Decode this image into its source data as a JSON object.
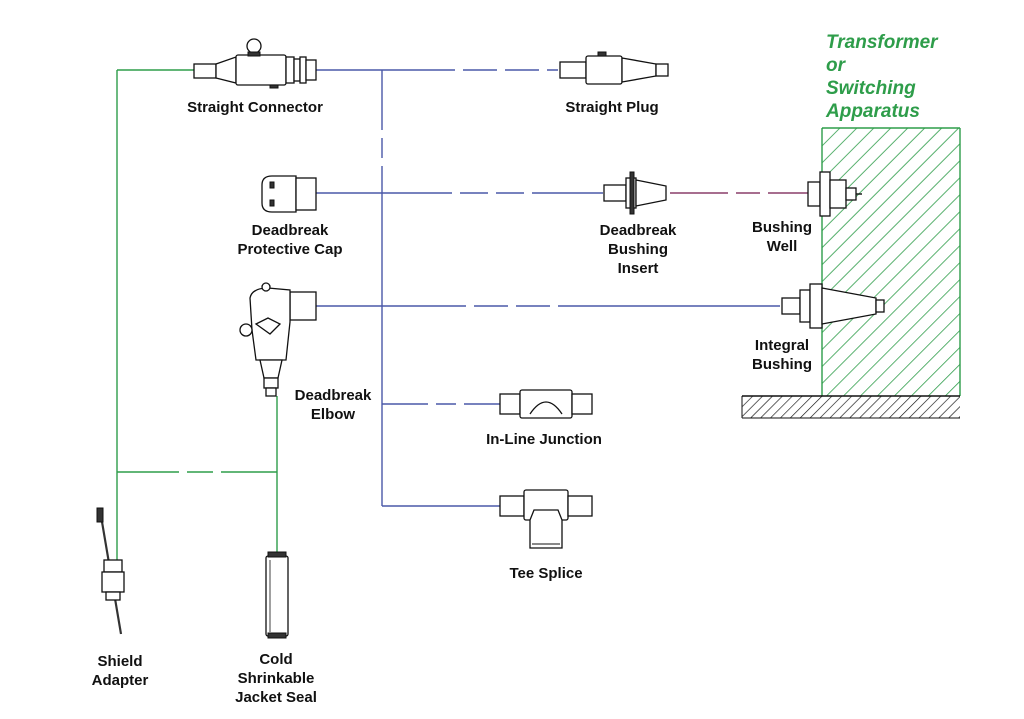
{
  "colors": {
    "blue_line": "#4a58a8",
    "green_line": "#2e9d4a",
    "pink_line": "#8a3f6a",
    "title_green": "#2e9d4a",
    "hatch": "#2e9d4a",
    "ground_hatch": "#111111"
  },
  "apparatus": {
    "title_lines": [
      "Transformer",
      "or",
      "Switching",
      "Apparatus"
    ]
  },
  "components": {
    "straight_connector": {
      "label_lines": [
        "Straight Connector"
      ]
    },
    "straight_plug": {
      "label_lines": [
        "Straight Plug"
      ]
    },
    "deadbreak_cap": {
      "label_lines": [
        "Deadbreak",
        "Protective Cap"
      ]
    },
    "bushing_insert": {
      "label_lines": [
        "Deadbreak",
        "Bushing",
        "Insert"
      ]
    },
    "bushing_well": {
      "label_lines": [
        "Bushing",
        "Well"
      ]
    },
    "integral_bushing": {
      "label_lines": [
        "Integral",
        "Bushing"
      ]
    },
    "deadbreak_elbow": {
      "label_lines": [
        "Deadbreak",
        "Elbow"
      ]
    },
    "inline_junction": {
      "label_lines": [
        "In-Line Junction"
      ]
    },
    "tee_splice": {
      "label_lines": [
        "Tee Splice"
      ]
    },
    "shield_adapter": {
      "label_lines": [
        "Shield",
        "Adapter"
      ]
    },
    "jacket_seal": {
      "label_lines": [
        "Cold",
        "Shrinkable",
        "Jacket Seal"
      ]
    }
  }
}
